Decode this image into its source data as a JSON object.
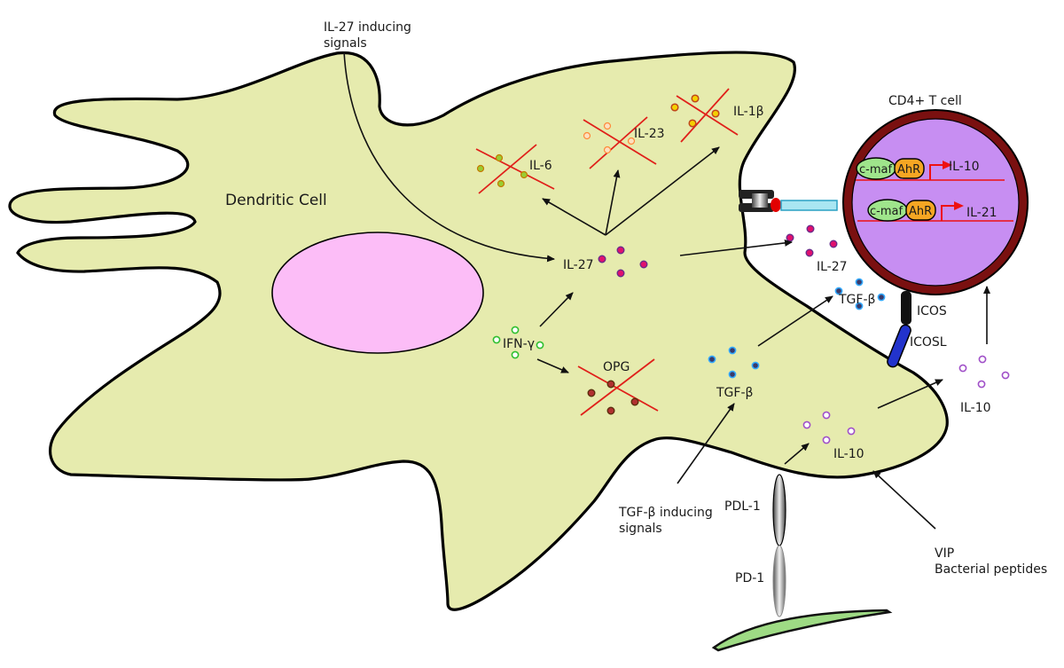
{
  "diagram": {
    "cells": {
      "dendritic_cell": "Dendritic Cell",
      "t_cell": "CD4+ T cell"
    },
    "signals": {
      "il27_inducing_line1": "IL-27 inducing",
      "il27_inducing_line2": "signals",
      "tgfb_inducing_line1": "TGF-β inducing",
      "tgfb_inducing_line2": "signals",
      "vip": "VIP",
      "bacterial": "Bacterial peptides"
    },
    "cytokines": {
      "il6": "IL-6",
      "il23": "IL-23",
      "il1b": "IL-1β",
      "il27_inner": "IL-27",
      "il27_outer": "IL-27",
      "ifng": "IFN-γ",
      "opg": "OPG",
      "tgfb_inner": "TGF-β",
      "tgfb_outer": "TGF-β",
      "il10_inner": "IL-10",
      "il10_outer": "IL-10"
    },
    "receptors": {
      "icos": "ICOS",
      "icosl": "ICOSL",
      "pdl1": "PDL-1",
      "pd1": "PD-1"
    },
    "transcription": {
      "row1_tf1": "c-maf",
      "row1_tf2": "AhR",
      "row1_gene": "IL-10",
      "row2_tf1": "c-maf",
      "row2_tf2": "AhR",
      "row2_gene": "IL-21"
    },
    "colors": {
      "dc_fill": "#e6ebae",
      "nucleus_fill": "#fcbdf7",
      "tcell_ring": "#7a1010",
      "tcell_fill": "#c78ef2",
      "promoter_red": "#ee1111",
      "cmaf_green": "#9fe58b",
      "ahr_orange": "#f5a623"
    }
  }
}
